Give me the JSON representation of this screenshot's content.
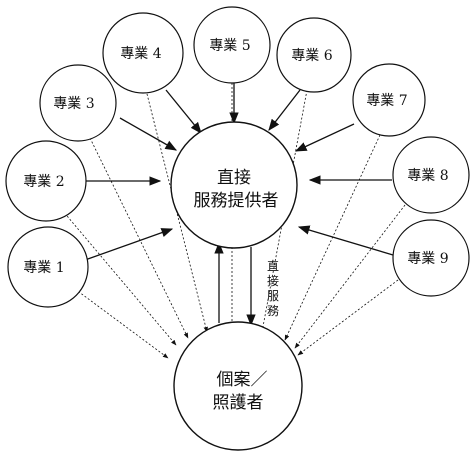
{
  "center": {
    "line1": "直接",
    "line2": "服務提供者"
  },
  "client": {
    "line1": "個案／",
    "line2": "照護者"
  },
  "direct_service_label": [
    "直",
    "接",
    "服",
    "務"
  ],
  "professionals": [
    {
      "label": "專業 1"
    },
    {
      "label": "專業 2"
    },
    {
      "label": "專業 3"
    },
    {
      "label": "專業 4"
    },
    {
      "label": "專業 5"
    },
    {
      "label": "專業 6"
    },
    {
      "label": "專業 7"
    },
    {
      "label": "專業 8"
    },
    {
      "label": "專業 9"
    }
  ],
  "colors": {
    "line": "#111111",
    "background": "#ffffff"
  }
}
